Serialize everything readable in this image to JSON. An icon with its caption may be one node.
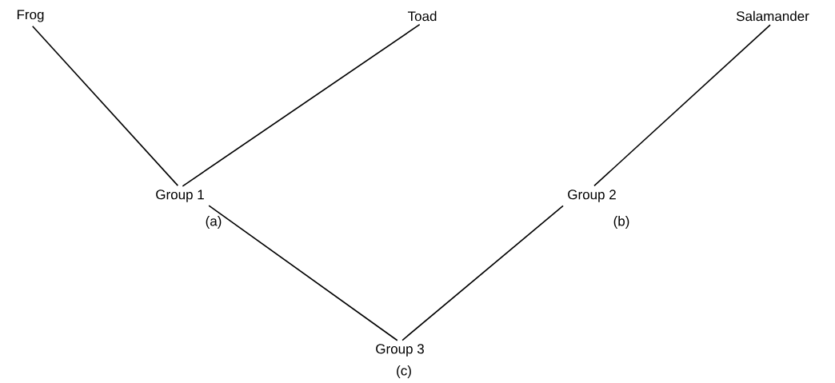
{
  "diagram": {
    "nodes": [
      {
        "text": [
          "Frog"
        ]
      },
      {
        "text": [
          "Toad"
        ]
      },
      {
        "text": [
          "Salamander"
        ]
      },
      {
        "text": [
          "Group 1"
        ],
        "beside": [
          "(a)"
        ]
      },
      {
        "text": [
          "Group 2"
        ],
        "beside": [
          "(b)"
        ]
      },
      {
        "text": [
          "Group 3"
        ],
        "beside": [
          "(c)"
        ]
      }
    ],
    "edges": [
      {
        "from": 0,
        "to": 3,
        "arrow": "none"
      },
      {
        "from": 1,
        "to": 3,
        "arrow": "none"
      },
      {
        "from": 2,
        "to": 4,
        "arrow": "none"
      },
      {
        "from": 3,
        "to": 5,
        "arrow": "none"
      },
      {
        "from": 4,
        "to": 5,
        "arrow": "none"
      }
    ]
  }
}
